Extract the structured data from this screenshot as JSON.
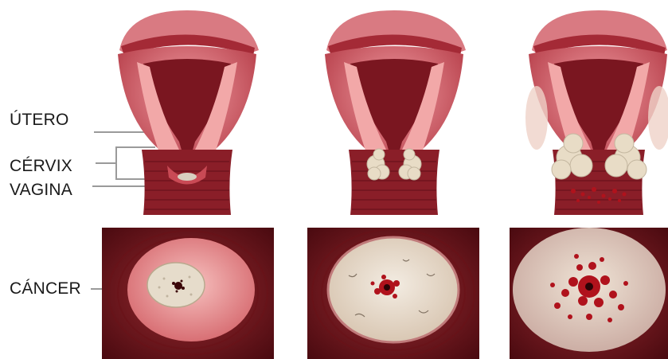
{
  "labels": {
    "utero": "ÚTERO",
    "cervix": "CÉRVIX",
    "vagina": "VAGINA",
    "cancer": "CÁNCER"
  },
  "colors": {
    "tissue_dark": "#7a1620",
    "tissue_mid": "#c94a55",
    "tissue_light": "#ef8f95",
    "lining_pink": "#f4b3b3",
    "tumor_beige": "#e8dcc6",
    "blood_red": "#b0121c",
    "leader_line": "#9a9a9a"
  },
  "stages": [
    {
      "name": "stage-1-early-cancer-icon"
    },
    {
      "name": "stage-2-spreading-cancer-icon"
    },
    {
      "name": "stage-3-advanced-cancer-icon"
    }
  ]
}
